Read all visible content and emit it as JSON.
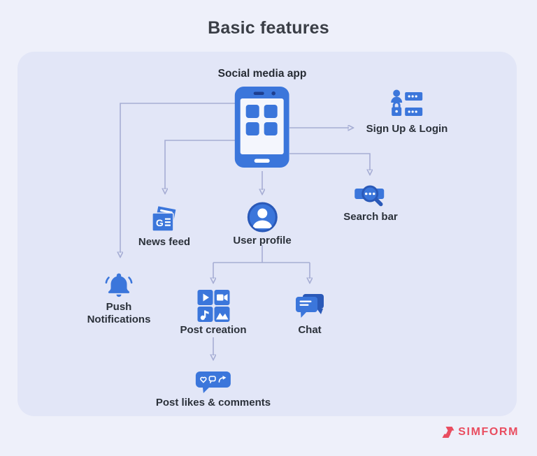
{
  "title": "Basic features",
  "diagram": {
    "root": {
      "label": "Social media app"
    },
    "nodes": {
      "signup": {
        "label": "Sign Up & Login"
      },
      "search": {
        "label": "Search bar"
      },
      "newsfeed": {
        "label": "News feed",
        "icon_letter": "G"
      },
      "profile": {
        "label": "User profile"
      },
      "push": {
        "label": "Push Notifications"
      },
      "post_creation": {
        "label": "Post creation"
      },
      "chat": {
        "label": "Chat"
      },
      "likes": {
        "label": "Post likes & comments"
      }
    },
    "edges": [
      {
        "from": "Social media app",
        "to": "Sign Up & Login"
      },
      {
        "from": "Social media app",
        "to": "Search bar"
      },
      {
        "from": "Social media app",
        "to": "News feed"
      },
      {
        "from": "Social media app",
        "to": "User profile"
      },
      {
        "from": "Social media app",
        "to": "Push Notifications"
      },
      {
        "from": "User profile",
        "to": "Post creation"
      },
      {
        "from": "User profile",
        "to": "Chat"
      },
      {
        "from": "Post creation",
        "to": "Post likes & comments"
      }
    ]
  },
  "footer": {
    "brand": "SIMFORM"
  },
  "colors": {
    "page_bg": "#eef0fa",
    "panel_bg": "#e2e6f7",
    "text_dark": "#2b313a",
    "title_color": "#3a3e46",
    "icon_blue": "#3b76db",
    "icon_blue_dark": "#2a59b8",
    "icon_navy": "#1d3e8f",
    "arrow_color": "#a6add4",
    "brand_red": "#e94d60"
  }
}
